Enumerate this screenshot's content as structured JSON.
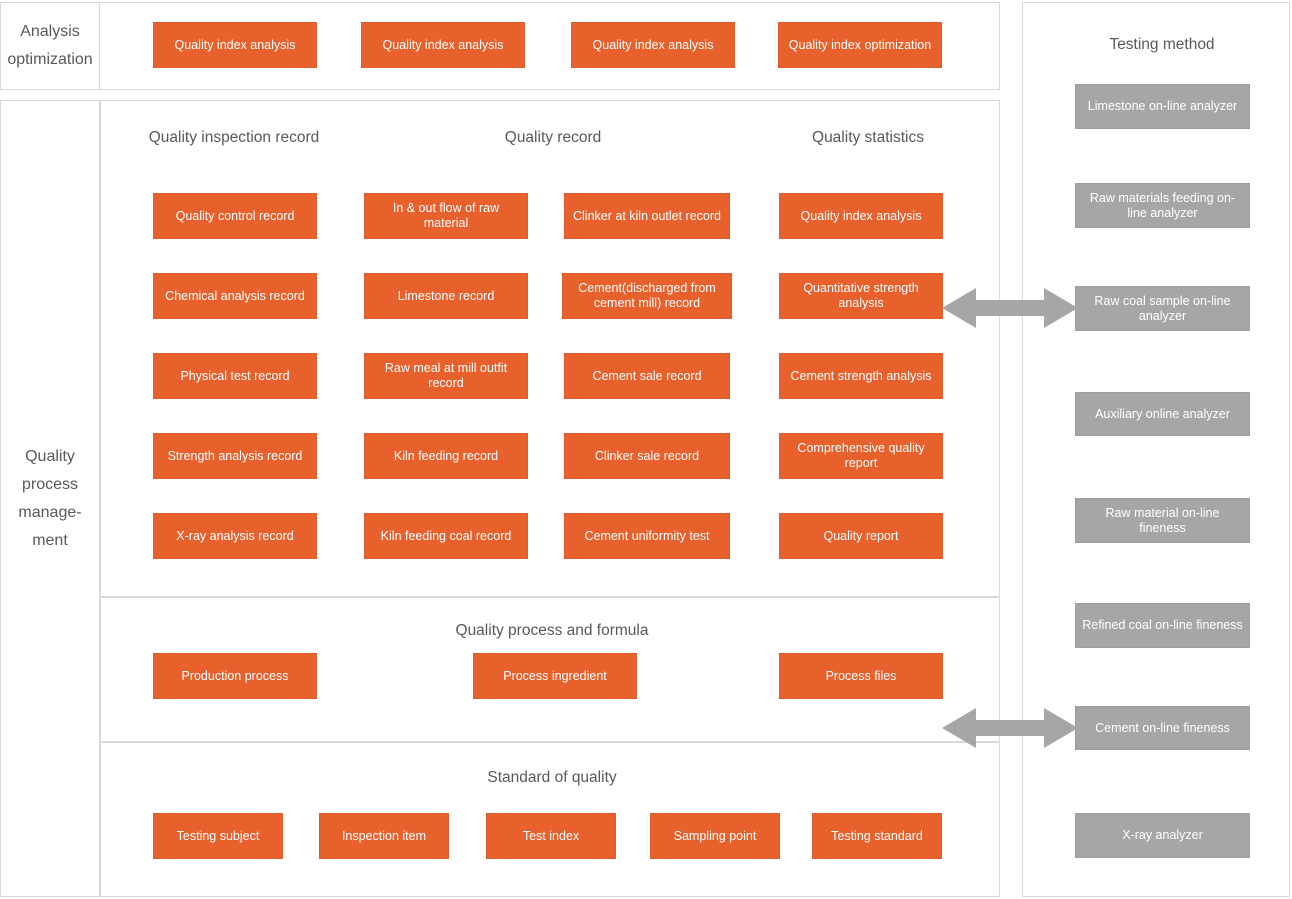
{
  "colors": {
    "accent_orange": "#E8602C",
    "accent_gray": "#A6A6A6",
    "frame_border": "#D9D9D9",
    "text_gray": "#595959"
  },
  "left_rail": {
    "analysis_label": "Analysis optimization",
    "process_label": "Quality process manage- ment"
  },
  "analysis_row": {
    "boxes": [
      {
        "label": "Quality index analysis"
      },
      {
        "label": "Quality index analysis"
      },
      {
        "label": "Quality index analysis"
      },
      {
        "label": "Quality index optimization"
      }
    ]
  },
  "records_section": {
    "headers": [
      {
        "label": "Quality inspection record"
      },
      {
        "label": "Quality record"
      },
      {
        "label": "Quality statistics"
      }
    ],
    "col1": [
      {
        "label": "Quality control record"
      },
      {
        "label": "Chemical analysis record"
      },
      {
        "label": "Physical test record"
      },
      {
        "label": "Strength analysis record"
      },
      {
        "label": "X-ray analysis record"
      }
    ],
    "col2": [
      {
        "label": "In & out flow of raw material"
      },
      {
        "label": "Limestone record"
      },
      {
        "label": "Raw meal at mill outfit record"
      },
      {
        "label": "Kiln feeding record"
      },
      {
        "label": "Kiln feeding coal record"
      }
    ],
    "col3": [
      {
        "label": "Clinker at kiln outlet record"
      },
      {
        "label": "Cement(discharged from cement mill) record"
      },
      {
        "label": "Cement sale record"
      },
      {
        "label": "Clinker sale record"
      },
      {
        "label": "Cement uniformity test"
      }
    ],
    "col4": [
      {
        "label": "Quality index analysis"
      },
      {
        "label": "Quantitative strength analysis"
      },
      {
        "label": "Cement strength analysis"
      },
      {
        "label": "Comprehensive quality report"
      },
      {
        "label": "Quality report"
      }
    ]
  },
  "formula_section": {
    "title": "Quality process and formula",
    "boxes": [
      {
        "label": "Production process"
      },
      {
        "label": "Process ingredient"
      },
      {
        "label": "Process files"
      }
    ]
  },
  "standard_section": {
    "title": "Standard of quality",
    "boxes": [
      {
        "label": "Testing subject"
      },
      {
        "label": "Inspection item"
      },
      {
        "label": "Test index"
      },
      {
        "label": "Sampling point"
      },
      {
        "label": "Testing standard"
      }
    ]
  },
  "testing_method": {
    "title": "Testing method",
    "boxes": [
      {
        "label": "Limestone  on-line analyzer"
      },
      {
        "label": "Raw materials feeding on-line analyzer"
      },
      {
        "label": "Raw coal sample on-line analyzer"
      },
      {
        "label": "Auxiliary online analyzer"
      },
      {
        "label": "Raw material on-line fineness"
      },
      {
        "label": "Refined coal on-line fineness"
      },
      {
        "label": "Cement on-line fineness"
      },
      {
        "label": "X-ray analyzer"
      }
    ]
  },
  "connectors": [
    {
      "name": "arrow-quantitative-to-raw-coal"
    },
    {
      "name": "arrow-formula-to-cement-fineness"
    }
  ]
}
